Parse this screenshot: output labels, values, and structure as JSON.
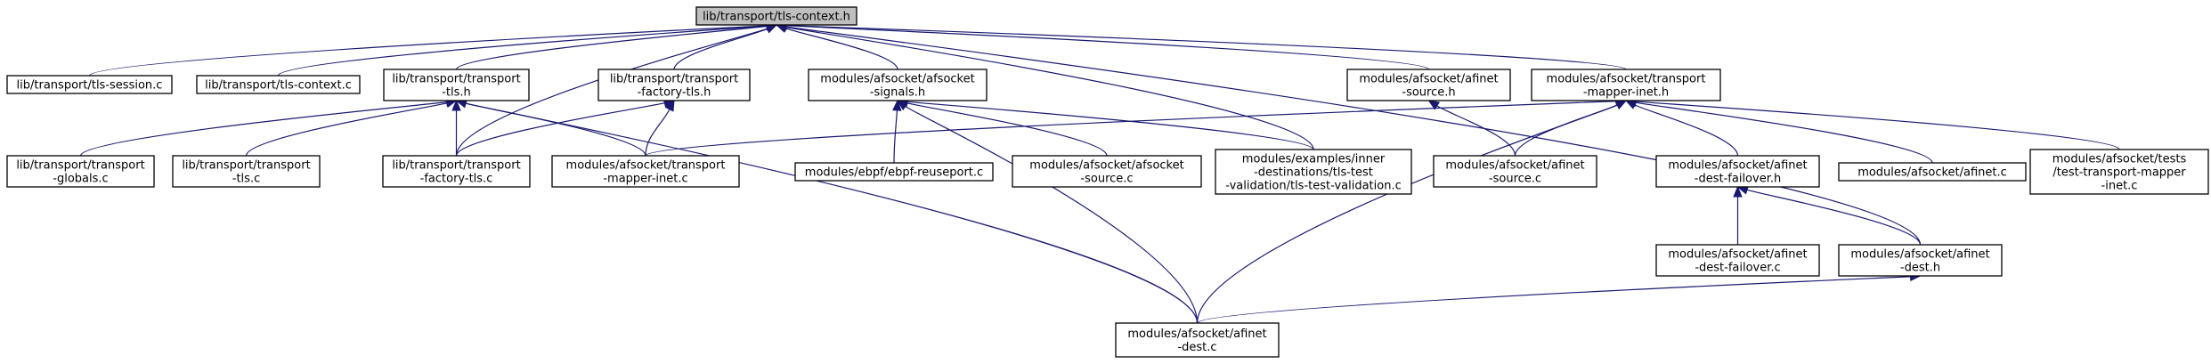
{
  "diagram": {
    "nodes": {
      "root": {
        "lines": [
          "lib/transport/tls-context.h"
        ],
        "highlight": true
      },
      "sess": {
        "lines": [
          "lib/transport/tls-session.c"
        ]
      },
      "ctxc": {
        "lines": [
          "lib/transport/tls-context.c"
        ]
      },
      "tlsh": {
        "lines": [
          "lib/transport/transport",
          "-tls.h"
        ]
      },
      "facth": {
        "lines": [
          "lib/transport/transport",
          "-factory-tls.h"
        ]
      },
      "sigh": {
        "lines": [
          "modules/afsocket/afsocket",
          "-signals.h"
        ]
      },
      "srch": {
        "lines": [
          "modules/afsocket/afinet",
          "-source.h"
        ]
      },
      "maph": {
        "lines": [
          "modules/afsocket/transport",
          "-mapper-inet.h"
        ]
      },
      "glob": {
        "lines": [
          "lib/transport/transport",
          "-globals.c"
        ]
      },
      "tlsc": {
        "lines": [
          "lib/transport/transport",
          "-tls.c"
        ]
      },
      "factc": {
        "lines": [
          "lib/transport/transport",
          "-factory-tls.c"
        ]
      },
      "mapc": {
        "lines": [
          "modules/afsocket/transport",
          "-mapper-inet.c"
        ]
      },
      "ebpf": {
        "lines": [
          "modules/ebpf/ebpf-reuseport.c"
        ]
      },
      "afsrcc": {
        "lines": [
          "modules/afsocket/afsocket",
          "-source.c"
        ]
      },
      "exam": {
        "lines": [
          "modules/examples/inner",
          "-destinations/tls-test",
          "-validation/tls-test-validation.c"
        ]
      },
      "insrc": {
        "lines": [
          "modules/afsocket/afinet",
          "-source.c"
        ]
      },
      "failh": {
        "lines": [
          "modules/afsocket/afinet",
          "-dest-failover.h"
        ]
      },
      "afinc": {
        "lines": [
          "modules/afsocket/afinet.c"
        ]
      },
      "tests": {
        "lines": [
          "modules/afsocket/tests",
          "/test-transport-mapper",
          "-inet.c"
        ]
      },
      "failc": {
        "lines": [
          "modules/afsocket/afinet",
          "-dest-failover.c"
        ]
      },
      "desth": {
        "lines": [
          "modules/afsocket/afinet",
          "-dest.h"
        ]
      },
      "destc": {
        "lines": [
          "modules/afsocket/afinet",
          "-dest.c"
        ]
      }
    },
    "edges": [
      [
        "sess",
        "root"
      ],
      [
        "ctxc",
        "root"
      ],
      [
        "tlsh",
        "root"
      ],
      [
        "facth",
        "root"
      ],
      [
        "sigh",
        "root"
      ],
      [
        "srch",
        "root"
      ],
      [
        "maph",
        "root"
      ],
      [
        "factc",
        "root"
      ],
      [
        "exam",
        "root"
      ],
      [
        "desth",
        "root"
      ],
      [
        "glob",
        "tlsh"
      ],
      [
        "tlsc",
        "tlsh"
      ],
      [
        "factc",
        "tlsh"
      ],
      [
        "mapc",
        "tlsh"
      ],
      [
        "destc",
        "tlsh"
      ],
      [
        "factc",
        "facth"
      ],
      [
        "mapc",
        "facth"
      ],
      [
        "ebpf",
        "sigh"
      ],
      [
        "afsrcc",
        "sigh"
      ],
      [
        "exam",
        "sigh"
      ],
      [
        "destc",
        "sigh"
      ],
      [
        "insrc",
        "srch"
      ],
      [
        "mapc",
        "maph"
      ],
      [
        "insrc",
        "maph"
      ],
      [
        "failh",
        "maph"
      ],
      [
        "afinc",
        "maph"
      ],
      [
        "tests",
        "maph"
      ],
      [
        "destc",
        "maph"
      ],
      [
        "failc",
        "failh"
      ],
      [
        "desth",
        "failh"
      ],
      [
        "destc",
        "desth"
      ]
    ]
  }
}
